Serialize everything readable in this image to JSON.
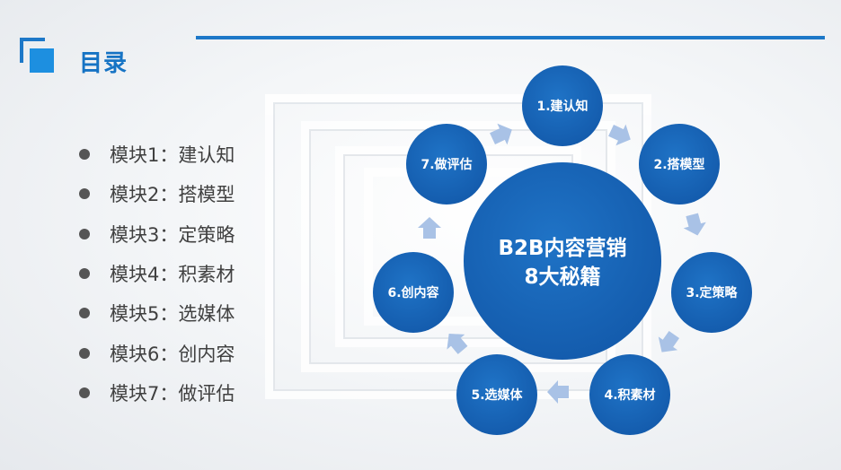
{
  "header": {
    "title": "目录"
  },
  "modules": [
    "模块1：建认知",
    "模块2：搭模型",
    "模块3：定策略",
    "模块4：积素材",
    "模块5：选媒体",
    "模块6：创内容",
    "模块7：做评估"
  ],
  "diagram": {
    "center": {
      "line1": "B2B内容营销",
      "line2": "8大秘籍"
    },
    "nodes": [
      "1.建认知",
      "2.搭模型",
      "3.定策略",
      "4.积素材",
      "5.选媒体",
      "6.创内容",
      "7.做评估"
    ]
  },
  "colors": {
    "accent": "#1d78c8",
    "circle": "#1763b6",
    "arrow": "#a9c2e6",
    "title": "#1673c4",
    "text": "#404040"
  }
}
